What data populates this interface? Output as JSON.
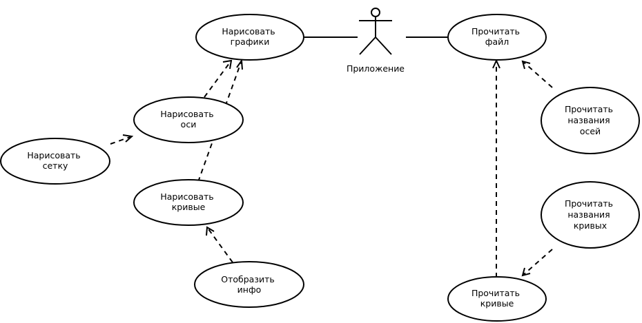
{
  "diagram": {
    "actor": {
      "id": "app",
      "label": "Приложение"
    },
    "use_cases": [
      {
        "id": "draw-graphs",
        "lines": [
          "Нарисовать",
          "графики"
        ]
      },
      {
        "id": "read-file",
        "lines": [
          "Прочитать",
          "файл"
        ]
      },
      {
        "id": "draw-axes",
        "lines": [
          "Нарисовать",
          "оси"
        ]
      },
      {
        "id": "draw-grid",
        "lines": [
          "Нарисовать",
          "сетку"
        ]
      },
      {
        "id": "draw-curves",
        "lines": [
          "Нарисовать",
          "кривые"
        ]
      },
      {
        "id": "show-info",
        "lines": [
          "Отобразить",
          "инфо"
        ]
      },
      {
        "id": "read-axis-names",
        "lines": [
          "Прочитать",
          "названия",
          "осей"
        ]
      },
      {
        "id": "read-curve-names",
        "lines": [
          "Прочитать",
          "названия",
          "кривых"
        ]
      },
      {
        "id": "read-curves",
        "lines": [
          "Прочитать",
          "кривые"
        ]
      }
    ],
    "associations": [
      {
        "from": "app",
        "to": "draw-graphs"
      },
      {
        "from": "app",
        "to": "read-file"
      }
    ],
    "dependencies": [
      {
        "from": "draw-axes",
        "to": "draw-graphs"
      },
      {
        "from": "draw-curves",
        "to": "draw-graphs"
      },
      {
        "from": "draw-grid",
        "to": "draw-axes"
      },
      {
        "from": "show-info",
        "to": "draw-curves"
      },
      {
        "from": "read-axis-names",
        "to": "read-file"
      },
      {
        "from": "read-curves",
        "to": "read-file"
      },
      {
        "from": "read-curve-names",
        "to": "read-curves"
      }
    ]
  }
}
